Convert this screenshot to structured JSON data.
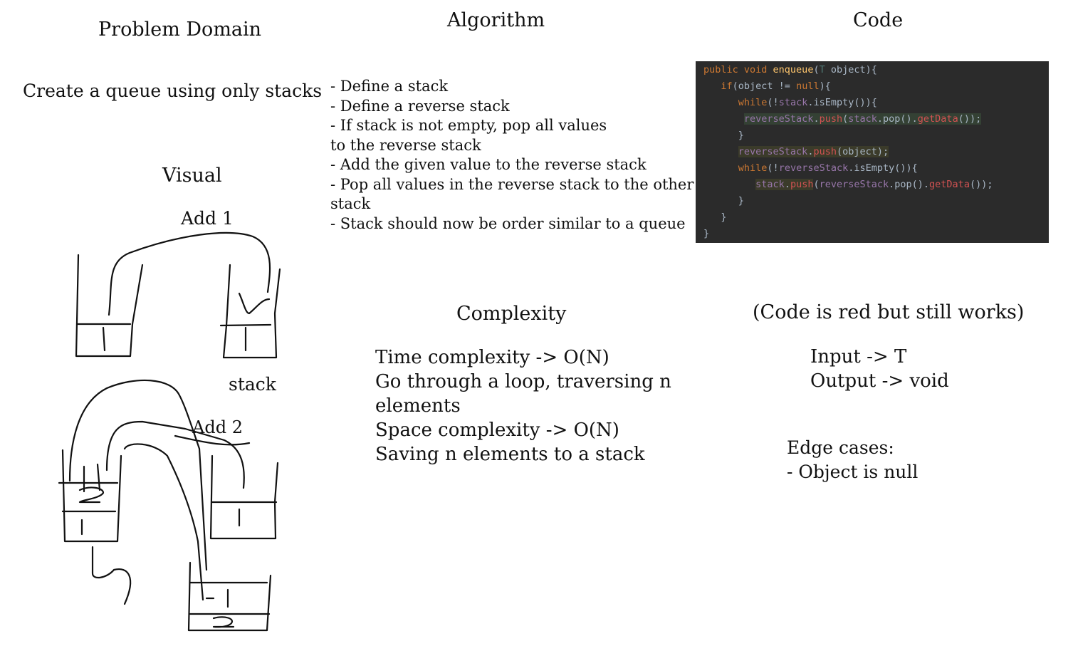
{
  "problem_domain": {
    "heading": "Problem Domain",
    "text": "Create a queue using only stacks"
  },
  "visual": {
    "heading": "Visual",
    "add1_label": "Add 1",
    "stack_label": "stack",
    "add2_label": "Add 2"
  },
  "algorithm": {
    "heading": "Algorithm",
    "lines": [
      "- Define a stack",
      "- Define a reverse stack",
      "- If stack is not empty, pop all values",
      "to the reverse stack",
      "- Add the given value to the reverse stack",
      "- Pop all values in the reverse stack to the other",
      "stack",
      "- Stack should now be order similar to a queue"
    ]
  },
  "code": {
    "heading": "Code",
    "note": "(Code is red but still works)",
    "lines": [
      "public void enqueue(T object){",
      "  if(object != null){",
      "    while(!stack.isEmpty()){",
      "      reverseStack.push(stack.pop().getData());",
      "    }",
      "    reverseStack.push(object);",
      "    while(!reverseStack.isEmpty()){",
      "      stack.push(reverseStack.pop().getData());",
      "    }",
      "  }",
      "}"
    ],
    "input_label": "Input -> T",
    "output_label": "Output -> void",
    "edge_heading": "Edge cases:",
    "edge_items": [
      "- Object is null"
    ]
  },
  "complexity": {
    "heading": "Complexity",
    "lines": [
      "Time complexity -> O(N)",
      "Go through a loop, traversing n",
      "elements",
      "Space complexity -> O(N)",
      "Saving n elements to a stack"
    ]
  },
  "colors": {
    "ink": "#111111",
    "code_background": "#2b2b2b",
    "keyword": "#cc7832",
    "method": "#ffc66d",
    "field": "#9876aa",
    "error": "#d25252"
  }
}
